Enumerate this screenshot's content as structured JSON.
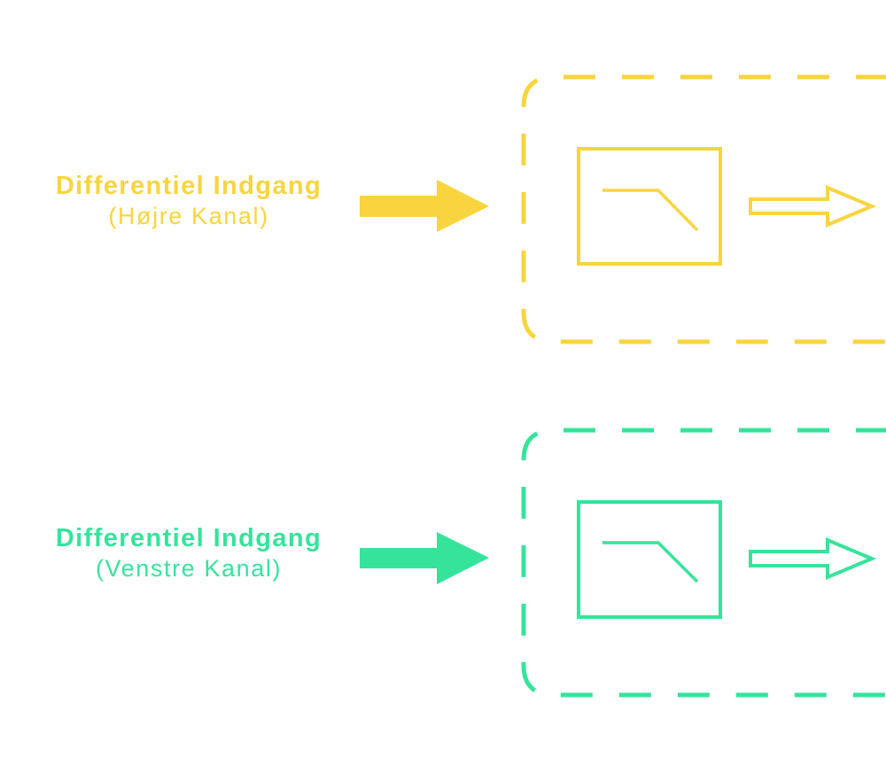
{
  "colors": {
    "right_channel": "#F9D43F",
    "left_channel": "#36E39B"
  },
  "channels": [
    {
      "id": "right",
      "title": "Differentiel Indgang",
      "subtitle": "(Højre Kanal)",
      "input_arrow_icon": "filled-arrow-right-icon",
      "filter_icon": "low-pass-filter-icon",
      "output_arrow_icon": "outline-arrow-right-icon"
    },
    {
      "id": "left",
      "title": "Differentiel Indgang",
      "subtitle": "(Venstre Kanal)",
      "input_arrow_icon": "filled-arrow-right-icon",
      "filter_icon": "low-pass-filter-icon",
      "output_arrow_icon": "outline-arrow-right-icon"
    }
  ]
}
